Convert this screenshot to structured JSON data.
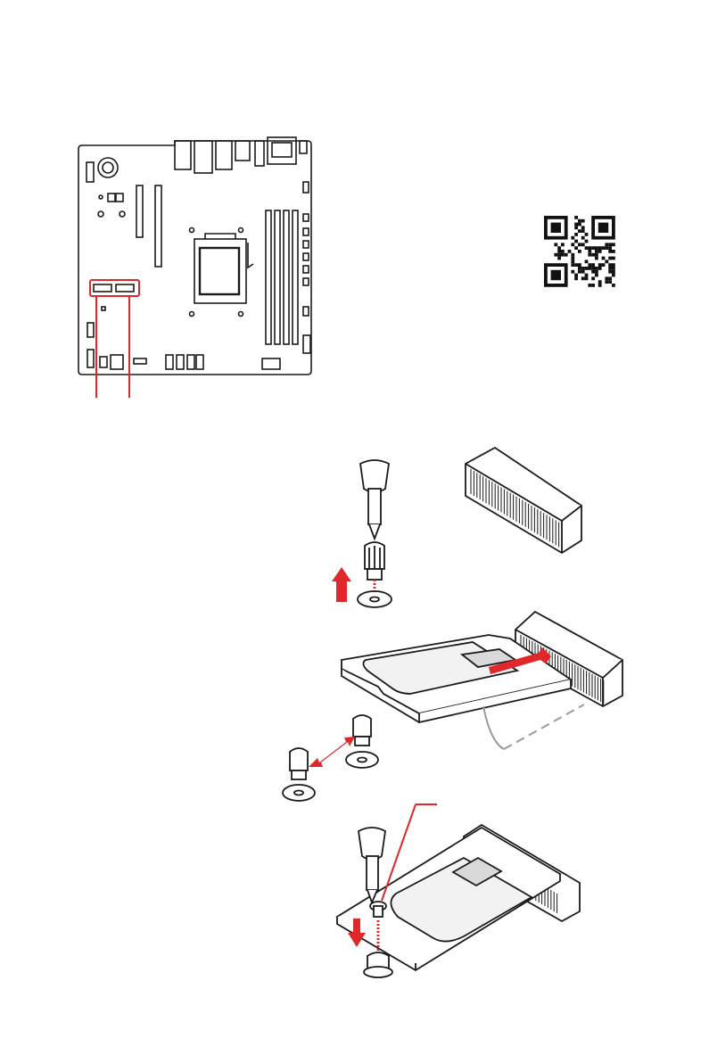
{
  "colors": {
    "accent": "#e0282b",
    "line": "#1a1a1a",
    "board_fill": "#ffffff",
    "part_fill": "#f2f2f2",
    "shade_fill": "#d9d9d9",
    "arrow_gray": "#9a9a9a"
  },
  "figures": {
    "motherboard": "motherboard-layout",
    "qr": "qr-code",
    "step_1": "remove-standoff-screw",
    "step_2": "insert-m2-module",
    "step_3": "secure-m2-screw"
  }
}
